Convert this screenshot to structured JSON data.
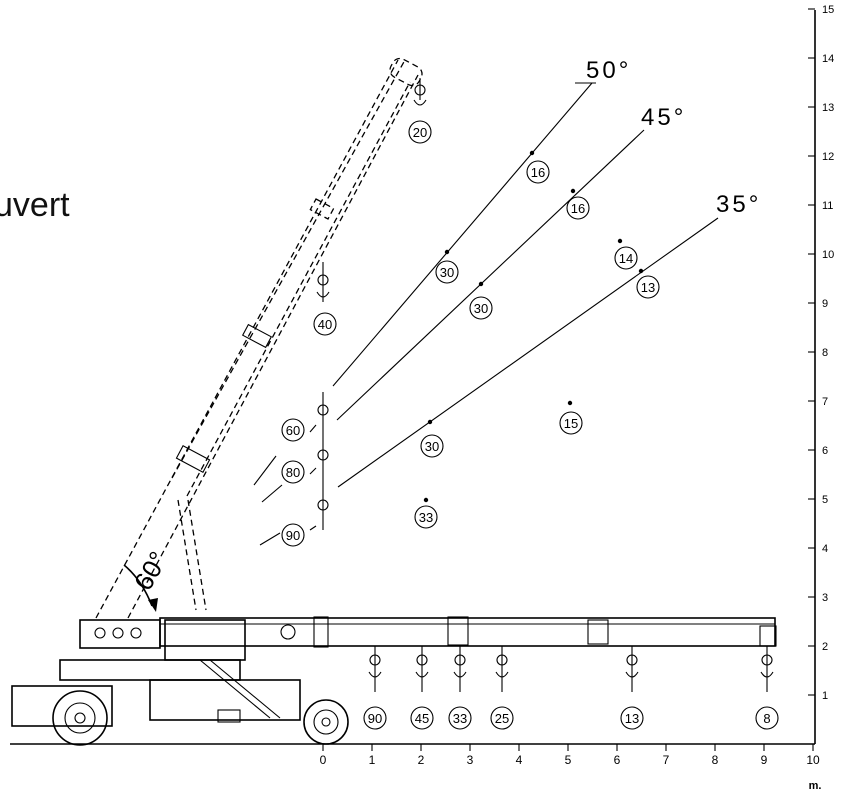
{
  "title": "uvert",
  "units": "m.",
  "axis": {
    "x_ticks": [
      "0",
      "1",
      "2",
      "3",
      "4",
      "5",
      "6",
      "7",
      "8",
      "9",
      "10"
    ],
    "y_ticks": [
      "1",
      "2",
      "3",
      "4",
      "5",
      "6",
      "7",
      "8",
      "9",
      "10",
      "11",
      "12",
      "13",
      "14",
      "15"
    ]
  },
  "boom_angle_label": "60°",
  "lines": [
    {
      "angle": "50°",
      "loads": [
        "16",
        "30"
      ]
    },
    {
      "angle": "45°",
      "loads": [
        "16",
        "30"
      ]
    },
    {
      "angle": "35°",
      "loads": [
        "13",
        "30"
      ]
    }
  ],
  "free_points": [
    "14",
    "15",
    "33"
  ],
  "boom_tip_load": "20",
  "vertical_loads": [
    "40",
    "60",
    "80",
    "90"
  ],
  "ground_loads": [
    "90",
    "45",
    "33",
    "25",
    "13",
    "8"
  ]
}
